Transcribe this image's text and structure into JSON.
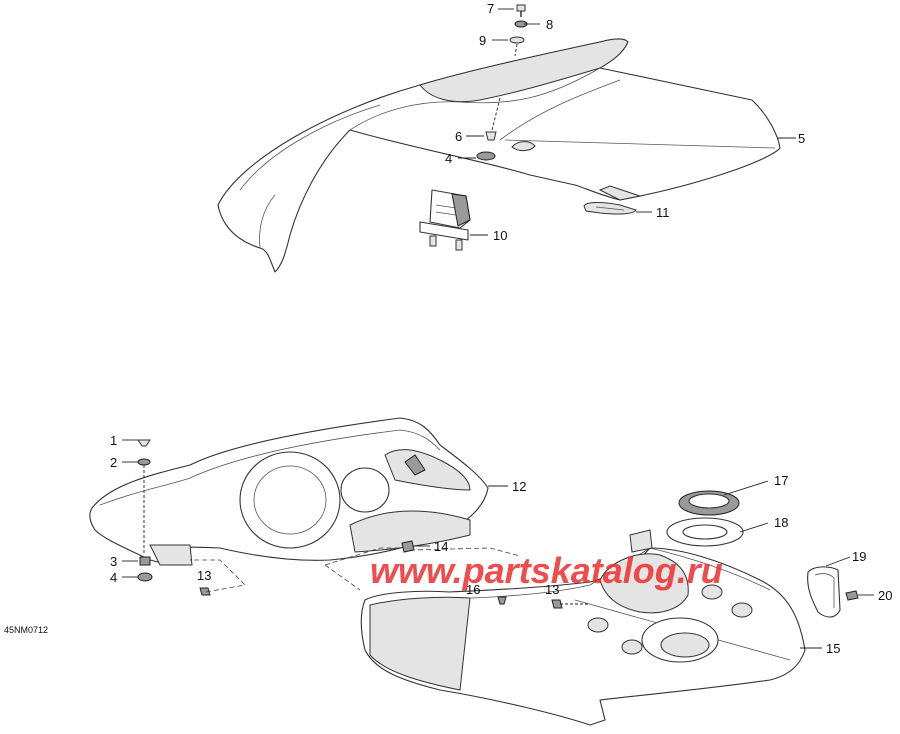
{
  "diagram_code": "45NM0712",
  "watermark": "www.partskatalog.ru",
  "colors": {
    "line": "#333333",
    "shade": "#e4e4e4",
    "watermark": "#ee2b2b"
  },
  "callouts": {
    "upper": [
      "7",
      "8",
      "9",
      "6",
      "4",
      "5",
      "11",
      "10"
    ],
    "lower": [
      "1",
      "2",
      "3",
      "4",
      "13",
      "12",
      "14",
      "16",
      "13",
      "17",
      "18",
      "19",
      "20",
      "15"
    ]
  }
}
